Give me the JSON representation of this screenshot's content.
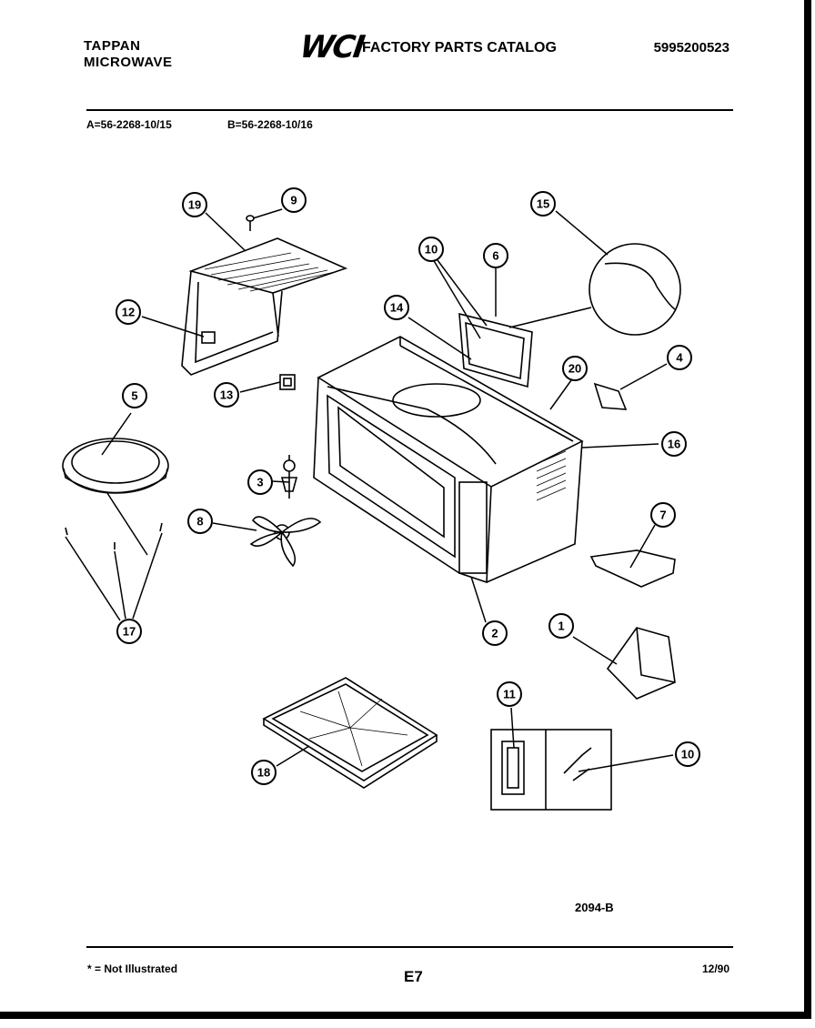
{
  "header": {
    "brand": "TAPPAN",
    "product": "MICROWAVE",
    "logo_text": "WCI",
    "catalog_title": "FACTORY PARTS CATALOG",
    "catalog_number": "5995200523"
  },
  "models": {
    "model_a": "A=56-2268-10/15",
    "model_b": "B=56-2268-10/16"
  },
  "callouts": [
    "19",
    "9",
    "10",
    "6",
    "15",
    "12",
    "14",
    "4",
    "20",
    "13",
    "5",
    "16",
    "3",
    "8",
    "7",
    "2",
    "1",
    "17",
    "11",
    "10",
    "18"
  ],
  "footer": {
    "drawing_number": "2094-B",
    "note": "* = Not Illustrated",
    "page": "E7",
    "date": "12/90"
  }
}
